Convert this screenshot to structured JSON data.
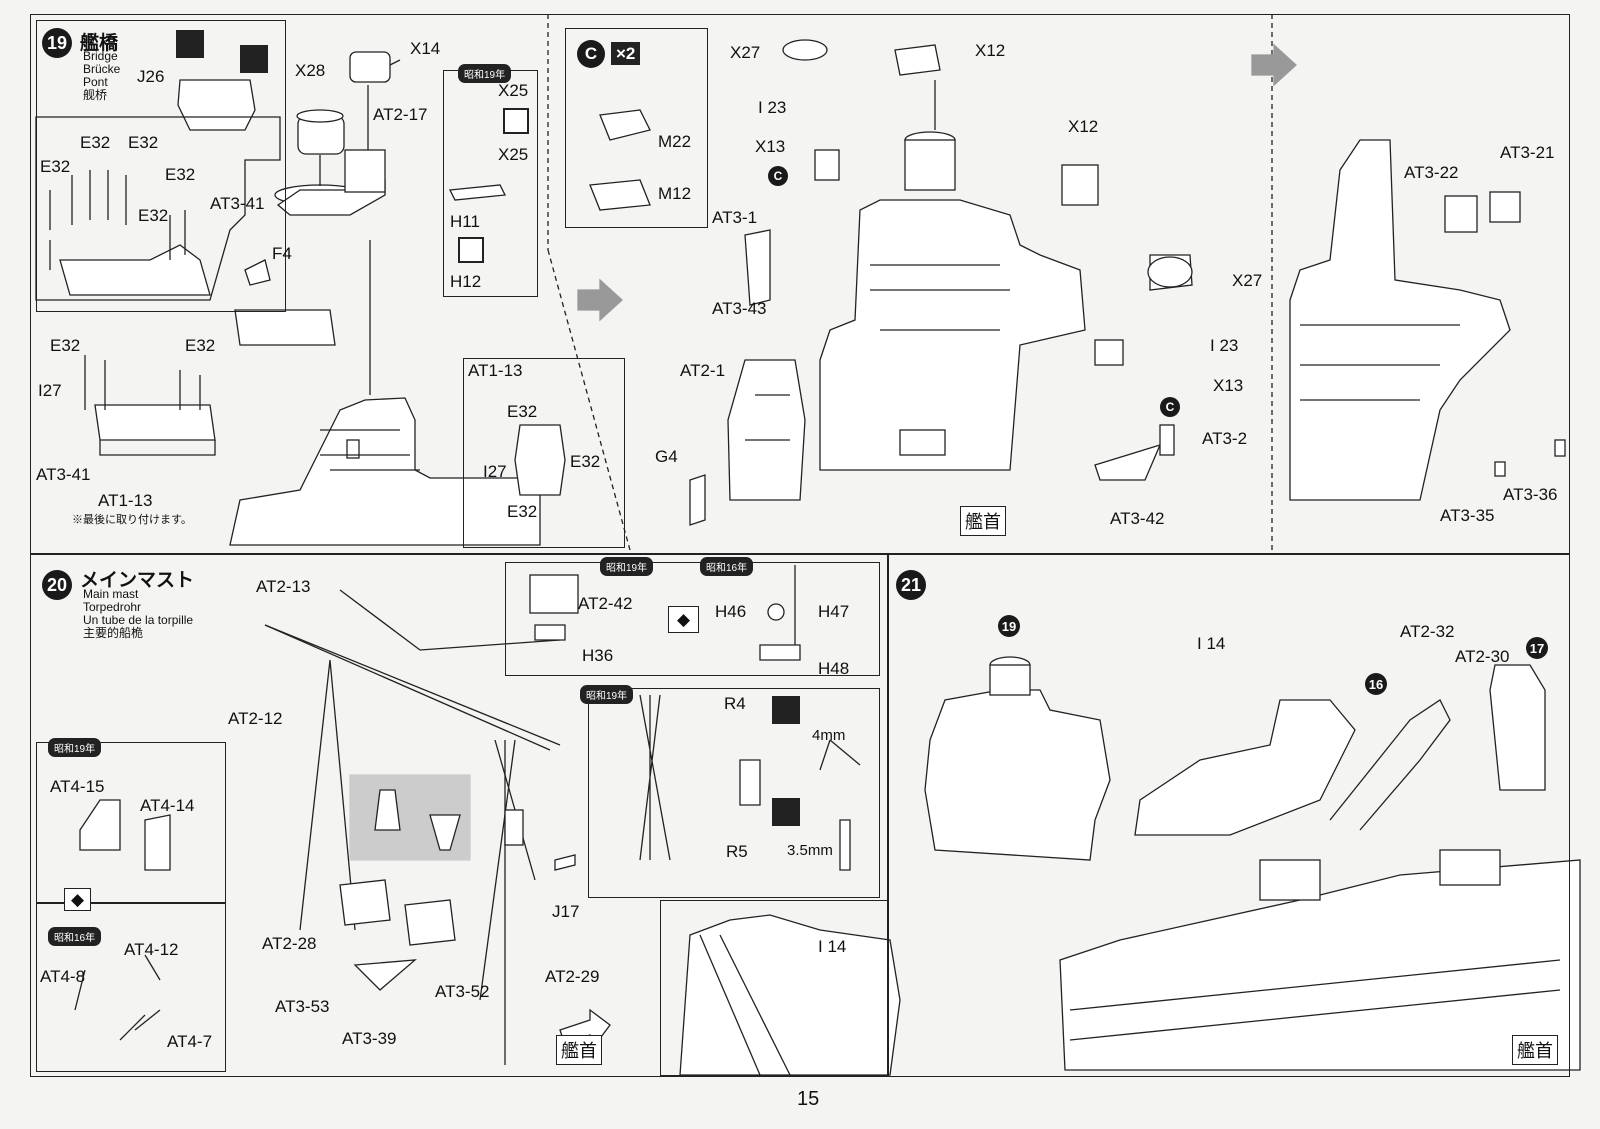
{
  "page_number": "15",
  "bow_label": "艦首",
  "steps": {
    "s19": {
      "number": "19",
      "title_jp": "艦橋",
      "title_en": "Bridge",
      "title_de": "Brücke",
      "title_fr": "Pont",
      "title_cn": "舰桥",
      "labels": {
        "J26": "J26",
        "X14": "X14",
        "X28": "X28",
        "AT2_17": "AT2-17",
        "E32": "E32",
        "AT3_41": "AT3-41",
        "F4": "F4",
        "I27": "I27",
        "AT1_13": "AT1-13",
        "note": "※最後に取り付けます。",
        "era": "昭和19年",
        "X25": "X25",
        "H11": "H11",
        "H12": "H12",
        "C": "C",
        "x2": "×2",
        "M22": "M22",
        "M12": "M12"
      },
      "detail_box": {
        "AT1_13": "AT1-13",
        "E32": "E32",
        "I27": "I27"
      }
    },
    "s19b": {
      "labels": {
        "X27": "X27",
        "X12": "X12",
        "I23": "I 23",
        "X13": "X13",
        "AT3_1": "AT3-1",
        "AT3_43": "AT3-43",
        "AT2_1": "AT2-1",
        "G4": "G4",
        "I23b": "I 23",
        "X13b": "X13",
        "AT3_2": "AT3-2",
        "AT3_42": "AT3-42",
        "X12b": "X12",
        "X27b": "X27",
        "C": "C"
      }
    },
    "s19c": {
      "labels": {
        "AT3_22": "AT3-22",
        "AT3_21": "AT3-21",
        "AT3_36": "AT3-36",
        "AT3_35": "AT3-35"
      }
    },
    "s20": {
      "number": "20",
      "title_jp": "メインマスト",
      "title_en": "Main mast",
      "title_de": "Torpedrohr",
      "title_fr": "Un tube de la torpille",
      "title_cn": "主要的船桅",
      "labels": {
        "AT2_13": "AT2-13",
        "AT2_12": "AT2-12",
        "era19": "昭和19年",
        "era16": "昭和16年",
        "AT4_15": "AT4-15",
        "AT4_14": "AT4-14",
        "AT4_12": "AT4-12",
        "AT4_8": "AT4-8",
        "AT4_7": "AT4-7",
        "AT2_28": "AT2-28",
        "AT3_53": "AT3-53",
        "AT3_52": "AT3-52",
        "AT3_39": "AT3-39",
        "AT2_29": "AT2-29",
        "J17": "J17",
        "AT2_42": "AT2-42",
        "H36": "H36",
        "H46": "H46",
        "H47": "H47",
        "H48": "H48",
        "era19b": "昭和19年",
        "era16b": "昭和16年",
        "era19c": "昭和19年",
        "R4": "R4",
        "R5": "R5",
        "mm4": "4mm",
        "mm35": "3.5mm"
      }
    },
    "s21": {
      "number": "21",
      "labels": {
        "ref19": "19",
        "ref16": "16",
        "ref17": "17",
        "I14": "I 14",
        "AT2_32": "AT2-32",
        "AT2_30": "AT2-30",
        "I14b": "I 14"
      }
    }
  }
}
